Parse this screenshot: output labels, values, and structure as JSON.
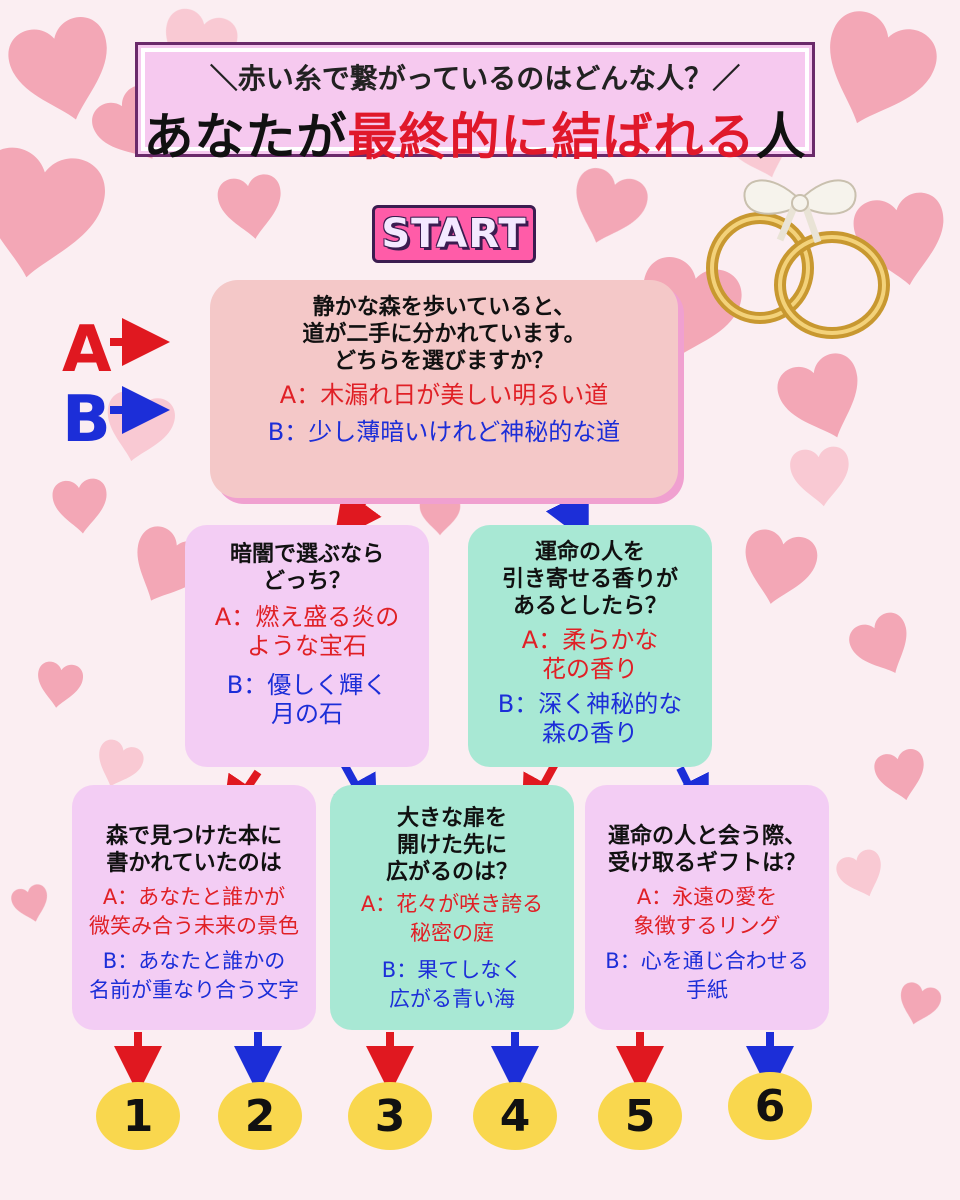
{
  "header": {
    "subtitle": "＼赤い糸で繋がっているのはどんな人？／",
    "title_prefix": "あなたが",
    "title_highlight": "最終的に結ばれる",
    "title_suffix": "人"
  },
  "start_label": "START",
  "legend": {
    "a_label": "A",
    "b_label": "B"
  },
  "colors": {
    "option_a": "#e02026",
    "option_b": "#1c2ed8",
    "highlight": "#e0182a",
    "result_badge": "#f9d74e"
  },
  "question_1": {
    "lines": [
      "静かな森を歩いていると、",
      "道が二手に分かれています。",
      "どちらを選びますか？"
    ],
    "option_a": "A：木漏れ日が美しい明るい道",
    "option_b": "B：少し薄暗いけれど神秘的な道"
  },
  "question_2": {
    "lines": [
      "暗闇で選ぶなら",
      "どっち？"
    ],
    "option_a": [
      "A：燃え盛る炎の",
      "ような宝石"
    ],
    "option_b": [
      "B：優しく輝く",
      "月の石"
    ]
  },
  "question_3": {
    "lines": [
      "運命の人を",
      "引き寄せる香りが",
      "あるとしたら？"
    ],
    "option_a": [
      "A：柔らかな",
      "花の香り"
    ],
    "option_b": [
      "B：深く神秘的な",
      "森の香り"
    ]
  },
  "question_4": {
    "lines": [
      "森で見つけた本に",
      "書かれていたのは"
    ],
    "option_a": [
      "A：あなたと誰かが",
      "微笑み合う未来の景色"
    ],
    "option_b": [
      "B：あなたと誰かの",
      "名前が重なり合う文字"
    ]
  },
  "question_5": {
    "lines": [
      "大きな扉を",
      "開けた先に",
      "広がるのは？"
    ],
    "option_a": [
      "A：花々が咲き誇る",
      "秘密の庭"
    ],
    "option_b": [
      "B：果てしなく",
      "広がる青い海"
    ]
  },
  "question_6": {
    "lines": [
      "運命の人と会う際、",
      "受け取るギフトは？"
    ],
    "option_a": [
      "A：永遠の愛を",
      "象徴するリング"
    ],
    "option_b": [
      "B：心を通じ合わせる",
      "手紙"
    ]
  },
  "results": [
    "1",
    "2",
    "3",
    "4",
    "5",
    "6"
  ]
}
